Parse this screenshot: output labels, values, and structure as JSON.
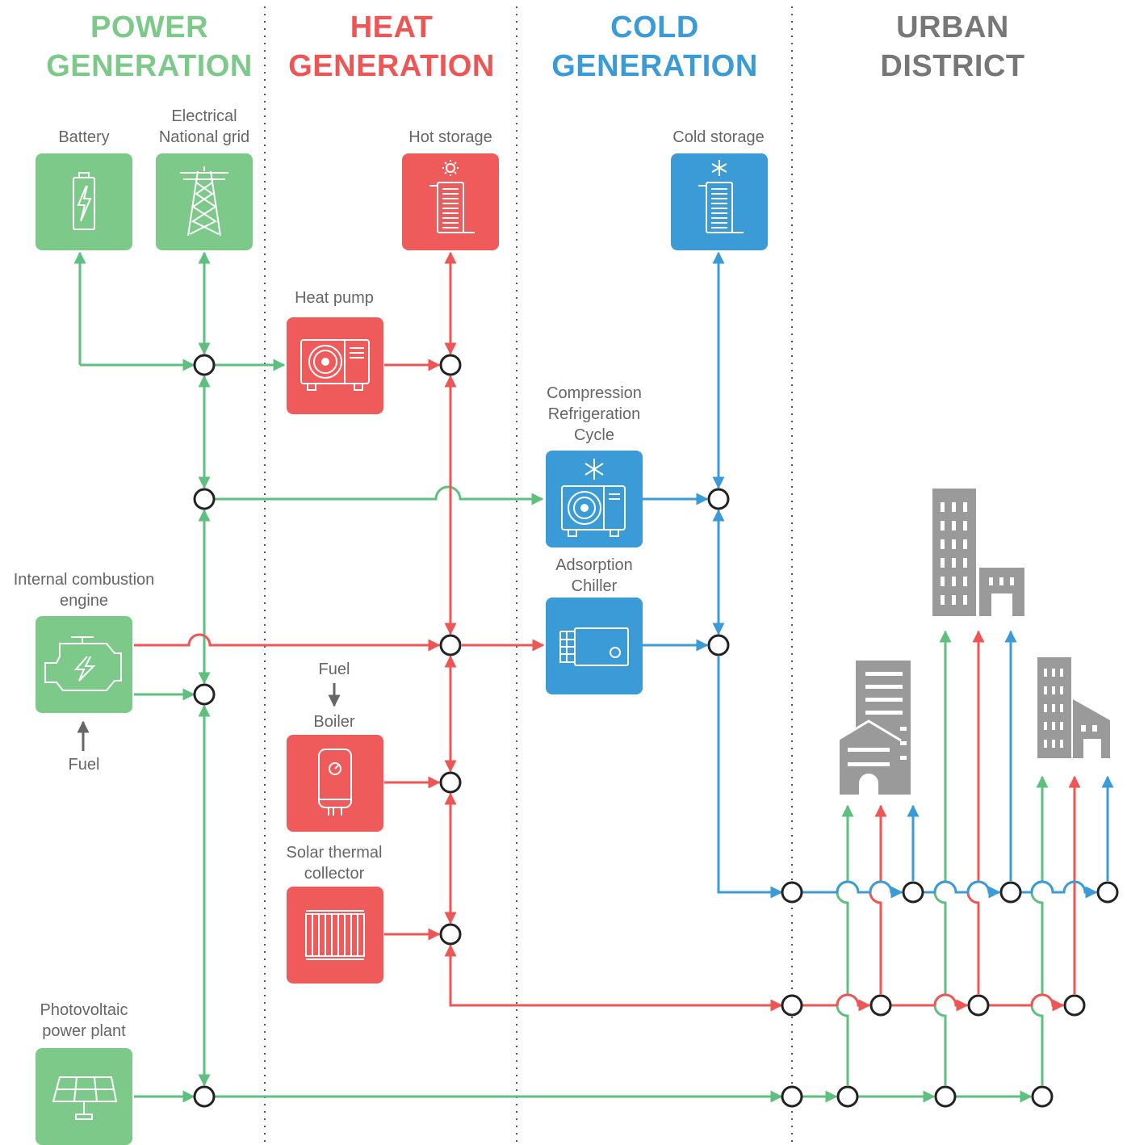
{
  "colors": {
    "power": "#5ec07f",
    "heat": "#ee5555",
    "cold": "#3a9bd6",
    "urban": "#777777",
    "box_power": "#7cc98a",
    "box_heat": "#ef5a5a",
    "box_cold": "#3a9bd6",
    "building": "#9a9a9a",
    "divider": "#555555",
    "label": "#666666"
  },
  "headers": {
    "power": [
      "POWER",
      "GENERATION"
    ],
    "heat": [
      "HEAT",
      "GENERATION"
    ],
    "cold": [
      "COLD",
      "GENERATION"
    ],
    "urban": [
      "URBAN",
      "DISTRICT"
    ]
  },
  "components": {
    "battery": {
      "label": "Battery",
      "icon": "battery-icon"
    },
    "grid": {
      "label": [
        "Electrical",
        "National grid"
      ],
      "icon": "transmission-tower-icon"
    },
    "hot_storage": {
      "label": "Hot storage",
      "icon": "hot-storage-tank-icon"
    },
    "cold_storage": {
      "label": "Cold storage",
      "icon": "cold-storage-tank-icon"
    },
    "heat_pump": {
      "label": "Heat pump",
      "icon": "heat-pump-icon"
    },
    "compression": {
      "label": [
        "Compression",
        "Refrigeration",
        "Cycle"
      ],
      "icon": "compression-chiller-icon"
    },
    "adsorption": {
      "label": [
        "Adsorption",
        "Chiller"
      ],
      "icon": "adsorption-chiller-icon"
    },
    "ice": {
      "label": [
        "Internal combustion",
        "engine"
      ],
      "icon": "engine-icon"
    },
    "boiler": {
      "label": "Boiler",
      "icon": "boiler-icon"
    },
    "solar_thermal": {
      "label": [
        "Solar thermal",
        "collector"
      ],
      "icon": "solar-thermal-collector-icon"
    },
    "pv": {
      "label": [
        "Photovoltaic",
        "power plant"
      ],
      "icon": "solar-panel-icon"
    }
  },
  "fuel_labels": {
    "boiler": "Fuel",
    "engine": "Fuel"
  },
  "district": {
    "buildings": [
      "building-tall-icon",
      "building-house-icon",
      "building-mixed-icon"
    ]
  }
}
